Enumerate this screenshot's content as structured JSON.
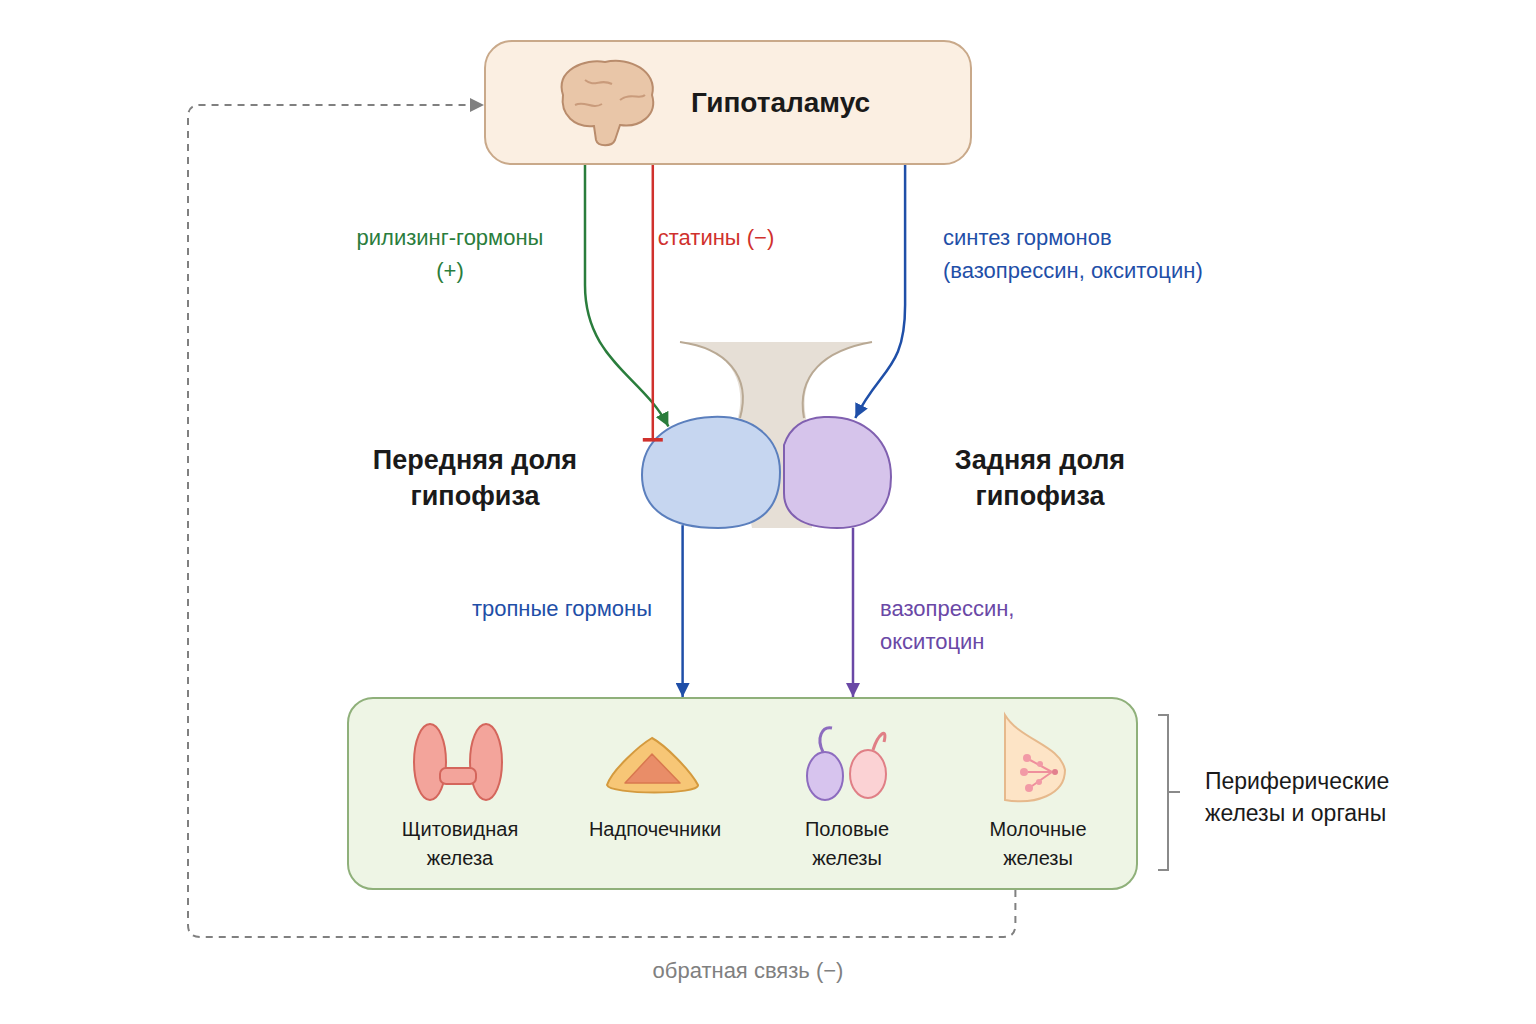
{
  "diagram": {
    "nodes": [
      {
        "text": [
          "Гипоталамус"
        ]
      },
      {
        "text": [
          "Передняя доля гипофиза"
        ]
      },
      {
        "text": [
          "Задняя доля гипофиза"
        ]
      },
      {
        "text": [
          "Периферические железы и органы"
        ]
      },
      {
        "text": [
          "Щитовидная железа"
        ],
        "in": 3
      },
      {
        "text": [
          "Надпочечники"
        ],
        "in": 3
      },
      {
        "text": [
          "Половые железы"
        ],
        "in": 3
      },
      {
        "text": [
          "Молочные железы"
        ],
        "in": 3
      }
    ],
    "edges": [
      {
        "from": 0,
        "to": 1,
        "arrow": "to",
        "label": "рилизинг-гормоны (+)"
      },
      {
        "from": 0,
        "to": 1,
        "arrow": "to",
        "label": "статины (−)"
      },
      {
        "from": 0,
        "to": 2,
        "arrow": "to",
        "label": "синтез гормонов (вазопрессин, окситоцин)"
      },
      {
        "from": 1,
        "to": 3,
        "arrow": "to",
        "label": "тропные гормоны"
      },
      {
        "from": 2,
        "to": 3,
        "arrow": "to",
        "label": "вазопрессин, окситоцин"
      },
      {
        "from": 3,
        "to": 0,
        "arrow": "to",
        "label": "обратная связь (−)"
      }
    ]
  }
}
